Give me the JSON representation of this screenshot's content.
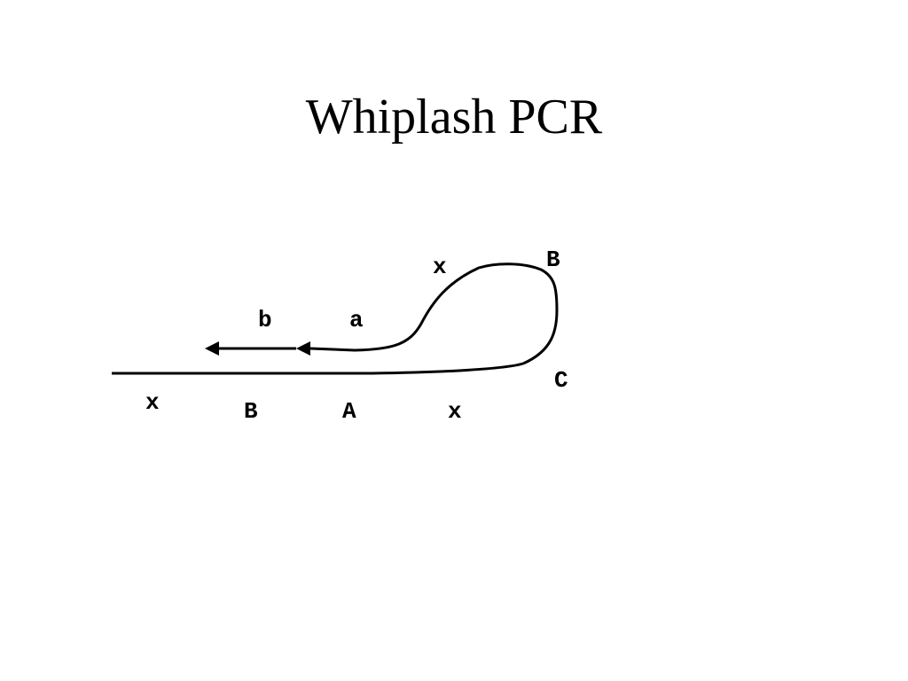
{
  "slide": {
    "title": "Whiplash PCR"
  },
  "diagram": {
    "colors": {
      "stroke": "#000000",
      "background": "#ffffff"
    },
    "labels": {
      "loop_x": "x",
      "loop_B": "B",
      "primer_b": "b",
      "primer_a": "a",
      "hinge_C": "C",
      "strand_x_left": "x",
      "strand_B": "B",
      "strand_A": "A",
      "strand_x_right": "x"
    }
  }
}
